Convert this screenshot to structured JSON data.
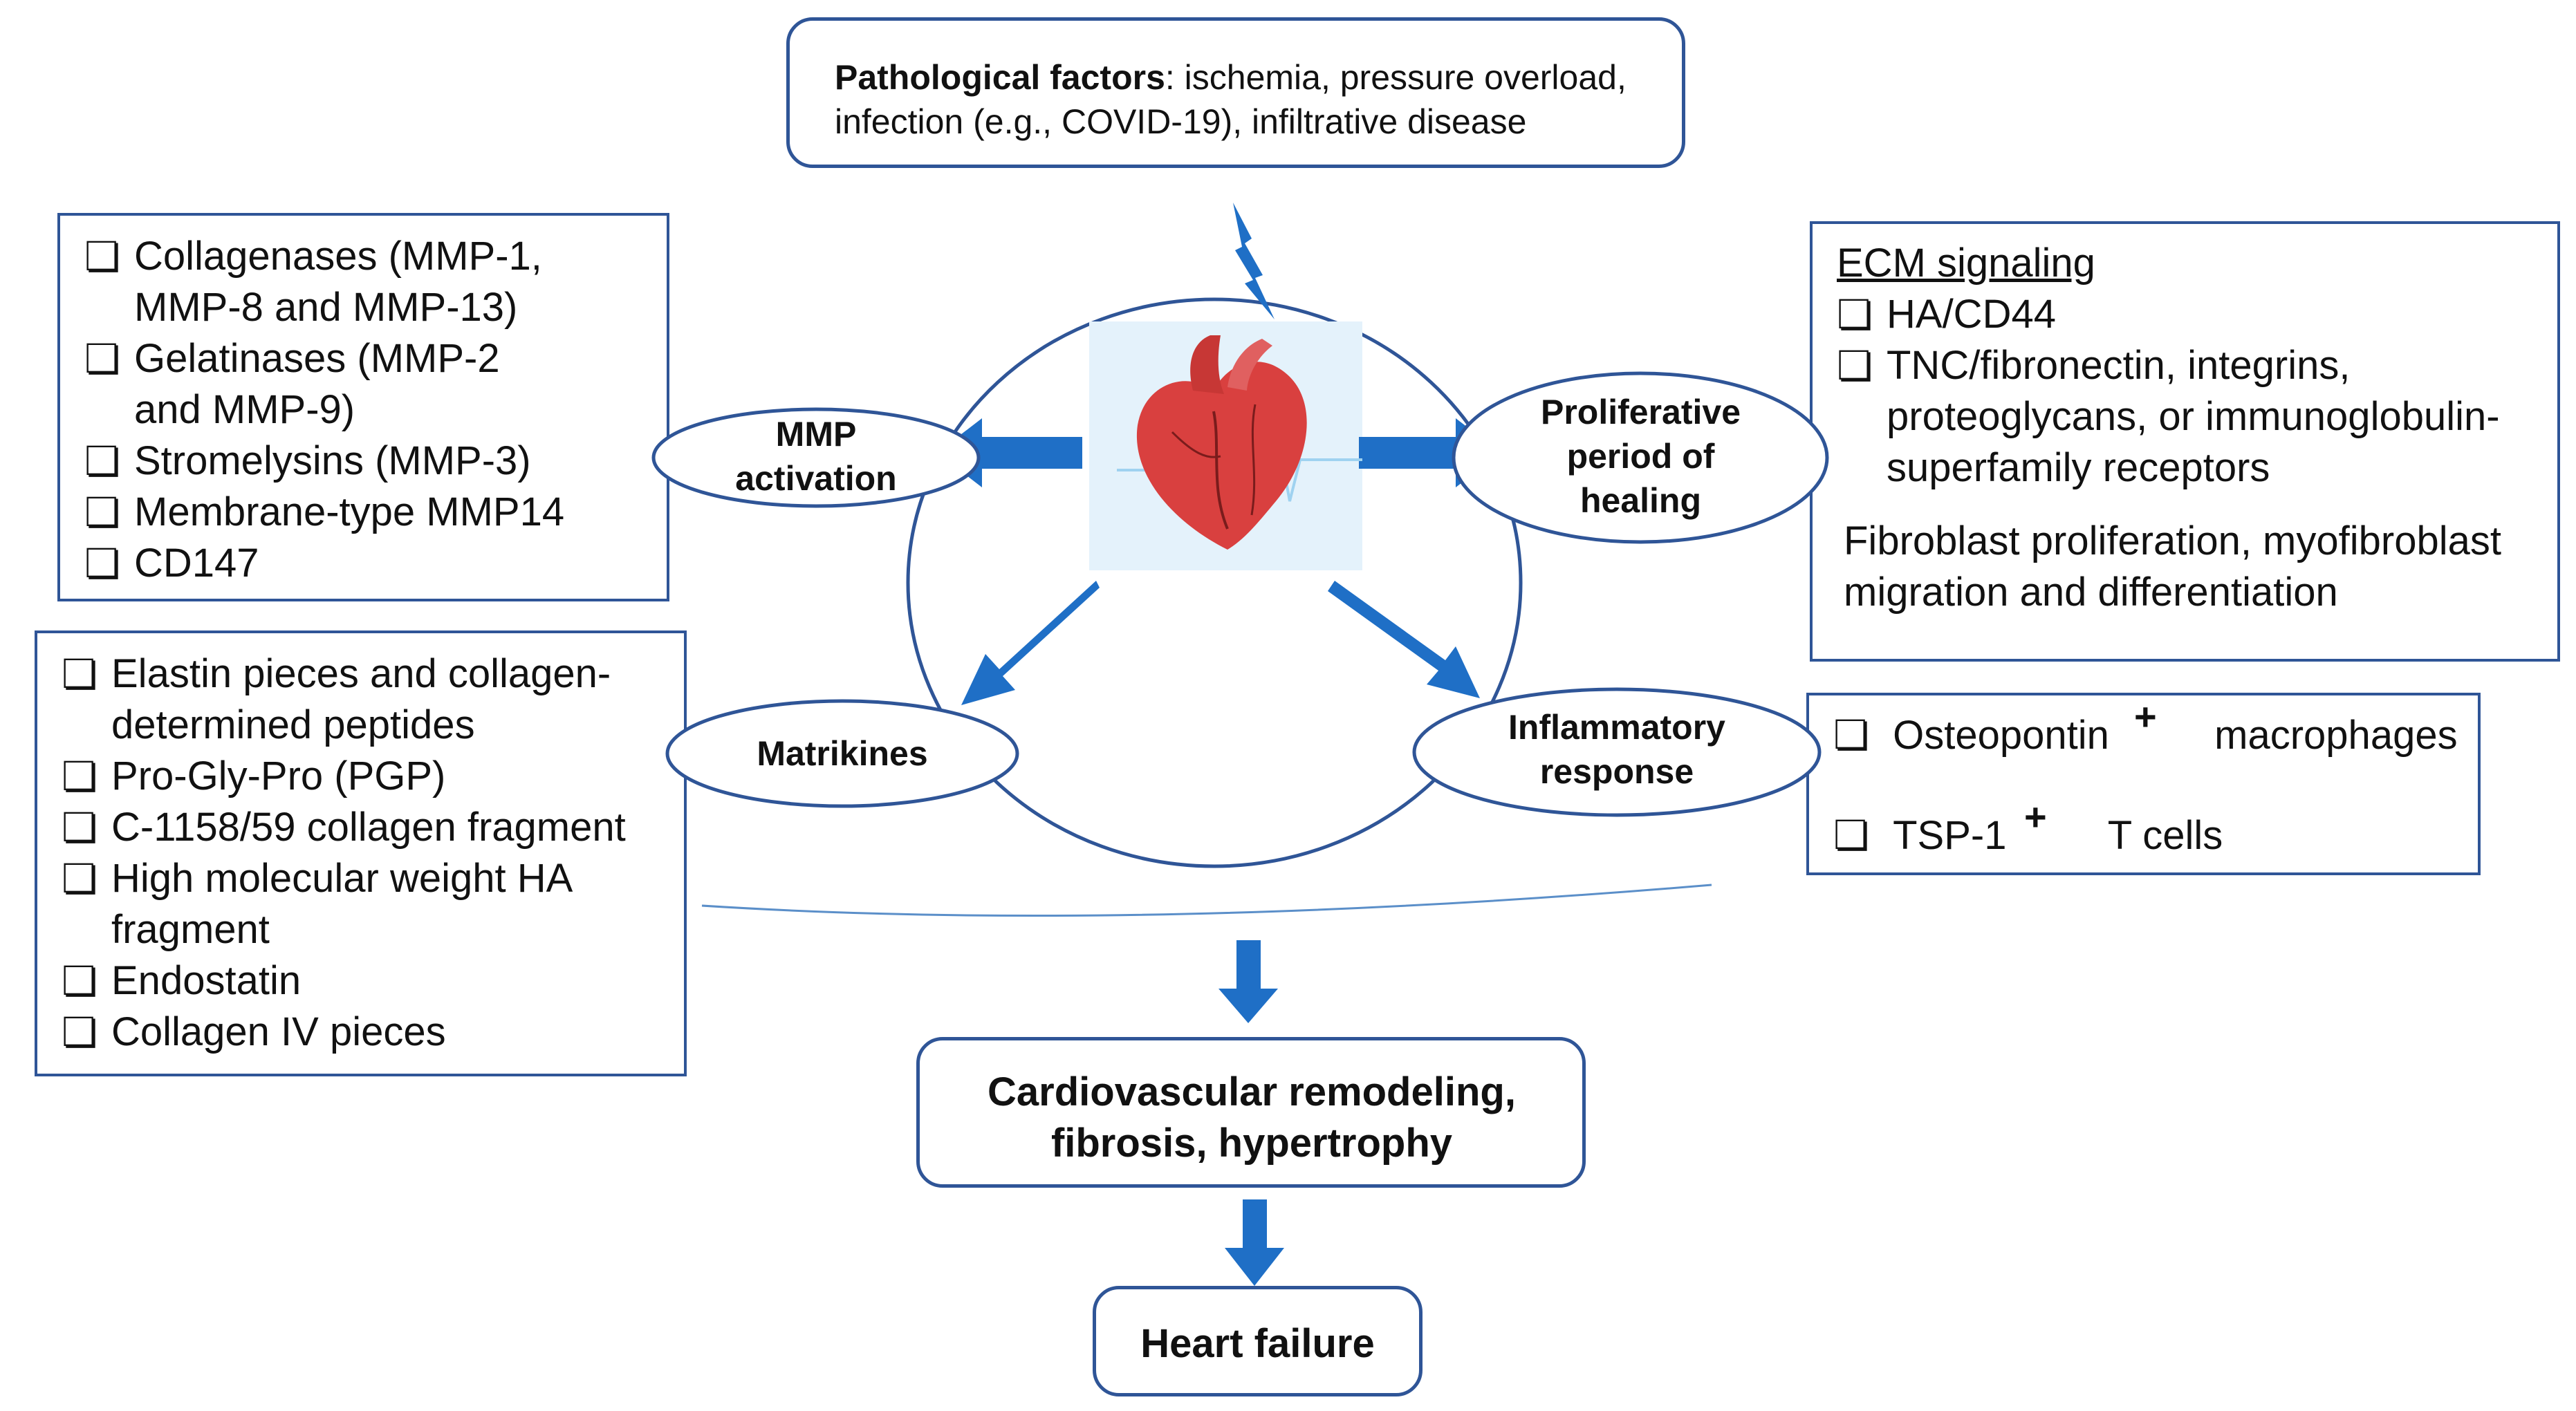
{
  "pathological": {
    "title": "Pathological factors",
    "text": ": ischemia, pressure overload,",
    "line2": "infection (e.g., COVID-19), infiltrative disease"
  },
  "mmp_list": [
    "Collagenases (MMP-1, MMP-8 and MMP-13)",
    "Gelatinases (MMP-2 and MMP-9)",
    "Stromelysins (MMP-3)",
    "Membrane-type MMP14",
    "CD147"
  ],
  "matrikines_list": [
    "Elastin pieces and collagen-determined peptides",
    "Pro-Gly-Pro (PGP)",
    "C-1158/59 collagen fragment",
    "High molecular weight HA fragment",
    "Endostatin",
    "Collagen IV pieces"
  ],
  "ecm": {
    "title": "ECM signaling",
    "items": [
      "HA/CD44",
      "TNC/fibronectin, integrins, proteoglycans, or immunoglobulin-superfamily receptors"
    ],
    "result": "Fibroblast proliferation, myofibroblast migration and differentiation"
  },
  "inflammatory": {
    "items": [
      {
        "from": "Osteopontin",
        "sign": "+",
        "to": "macrophages"
      },
      {
        "from": "TSP-1",
        "sign": "+",
        "to": "T cells"
      }
    ]
  },
  "ovals": {
    "mmp": "MMP activation",
    "prolif": "Proliferative period of healing",
    "matrikines": "Matrikines",
    "inflam": "Inflammatory response"
  },
  "remodeling": "Cardiovascular remodeling, fibrosis, hypertrophy",
  "heart_failure": "Heart failure",
  "colors": {
    "border": "#2f5597",
    "arrow": "#1f6fc6",
    "circle": "#2f5597"
  }
}
